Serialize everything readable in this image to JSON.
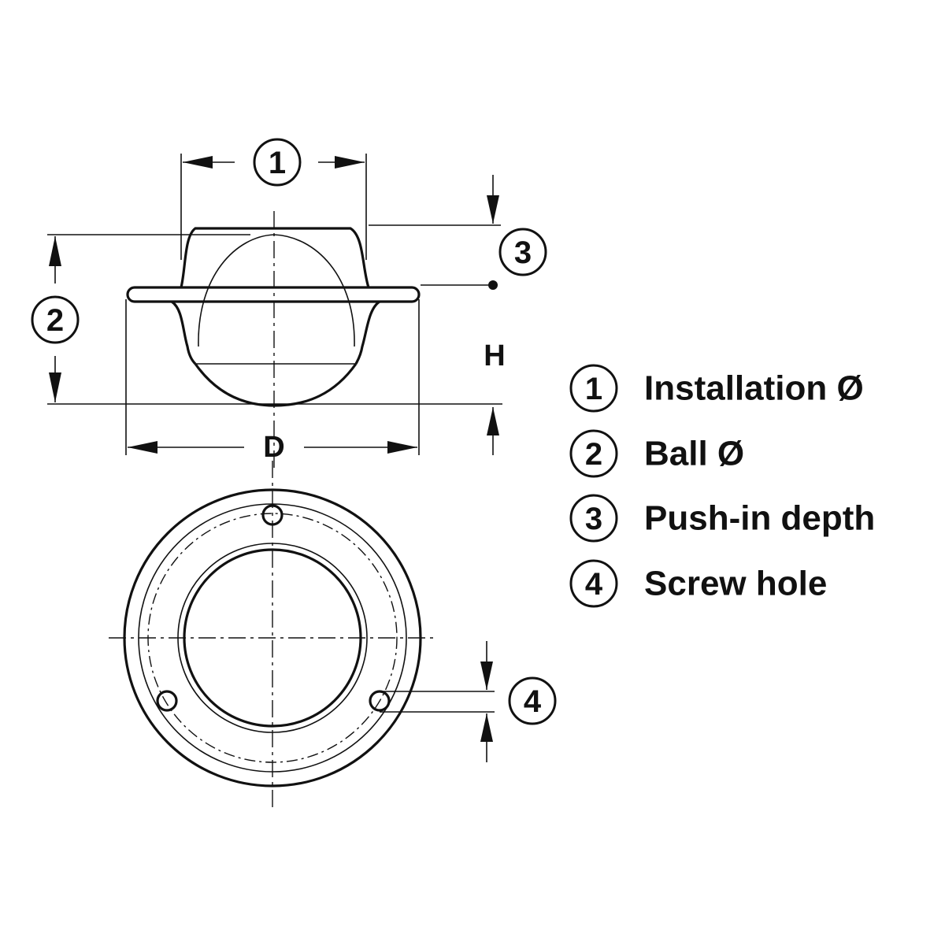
{
  "callouts": {
    "one": "1",
    "two": "2",
    "three": "3",
    "four": "4"
  },
  "dimensions": {
    "height": "H",
    "diameter": "D"
  },
  "legend": [
    {
      "number": "1",
      "label": "Installation Ø"
    },
    {
      "number": "2",
      "label": "Ball Ø"
    },
    {
      "number": "3",
      "label": "Push-in depth"
    },
    {
      "number": "4",
      "label": "Screw hole"
    }
  ]
}
